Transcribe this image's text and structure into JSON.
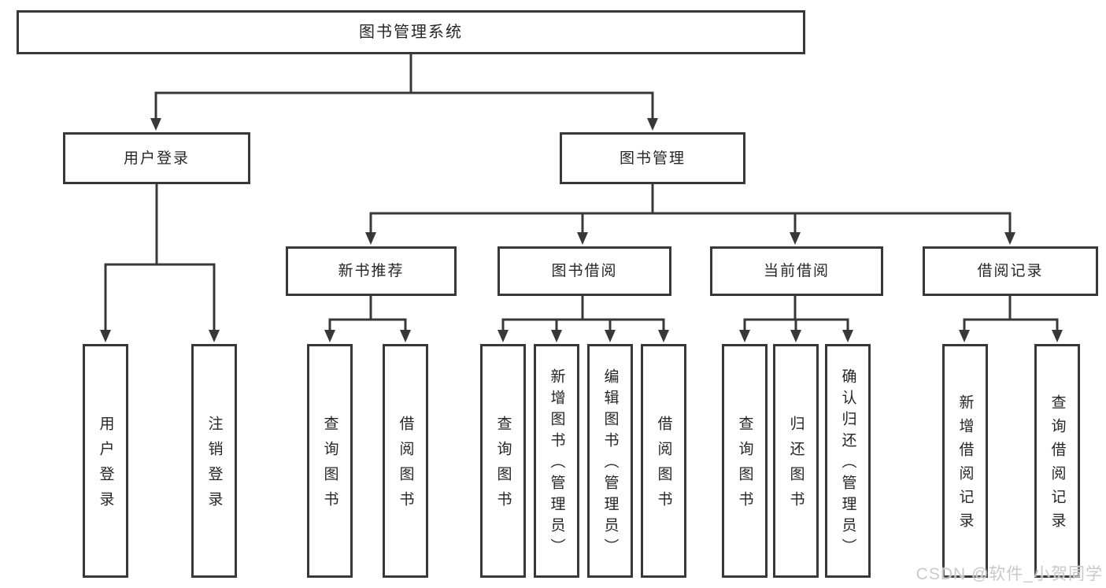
{
  "diagram": {
    "root": {
      "label": "图书管理系统"
    },
    "level2": {
      "login": {
        "label": "用户登录"
      },
      "book_mgmt": {
        "label": "图书管理"
      }
    },
    "level3": {
      "new_book": {
        "label": "新书推荐"
      },
      "book_borrow": {
        "label": "图书借阅"
      },
      "current_borrow": {
        "label": "当前借阅"
      },
      "borrow_records": {
        "label": "借阅记录"
      }
    },
    "login_children": [
      {
        "label": "用户登录"
      },
      {
        "label": "注销登录"
      }
    ],
    "new_book_children": [
      {
        "label": "查询图书"
      },
      {
        "label": "借阅图书"
      }
    ],
    "book_borrow_children": [
      {
        "label": "查询图书"
      },
      {
        "label": "新增图书（管理员）"
      },
      {
        "label": "编辑图书（管理员）"
      },
      {
        "label": "借阅图书"
      }
    ],
    "current_borrow_children": [
      {
        "label": "查询图书"
      },
      {
        "label": "归还图书"
      },
      {
        "label": "确认归还（管理员）"
      }
    ],
    "borrow_records_children": [
      {
        "label": "新增借阅记录"
      },
      {
        "label": "查询借阅记录"
      }
    ]
  },
  "watermark": "CSDN @软件_小贺同学",
  "colors": {
    "line": "#383838",
    "box_border": "#383838",
    "text": "#262626",
    "watermark": "#c9c9c9",
    "background": "#ffffff"
  }
}
